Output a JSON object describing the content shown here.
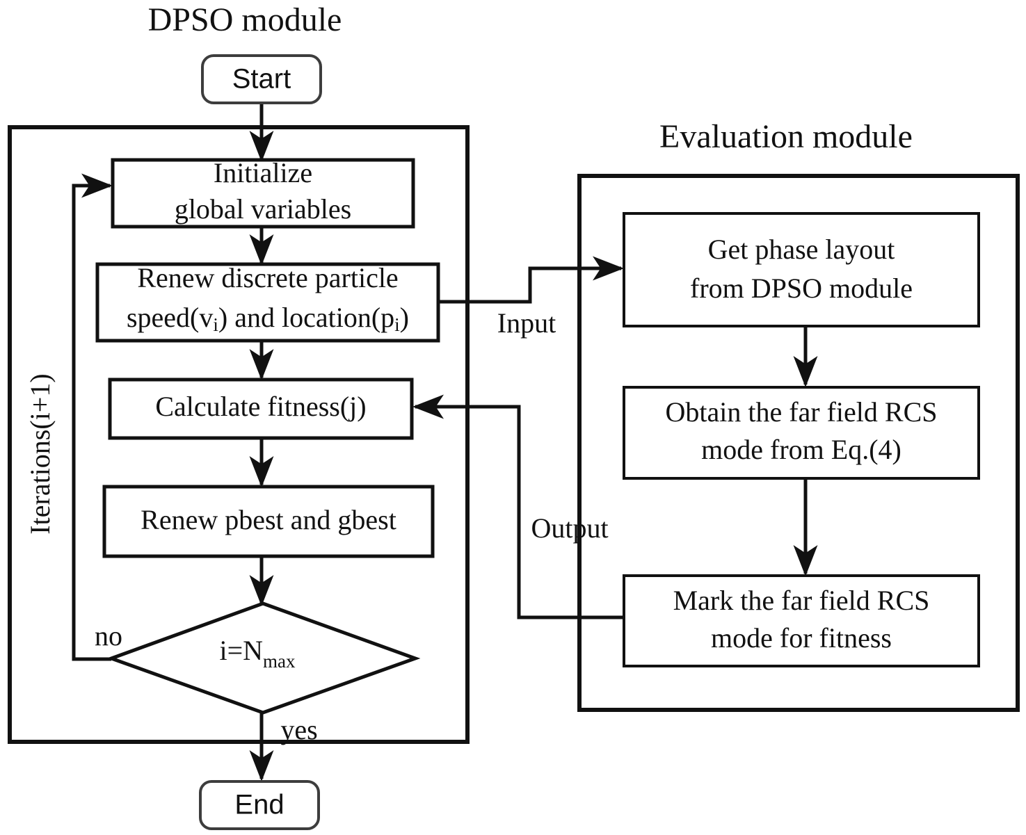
{
  "diagram": {
    "title_left": "DPSO module",
    "title_right": "Evaluation module",
    "terminals": {
      "start": "Start",
      "end": "End"
    },
    "dpso_nodes": {
      "initialize_line1": "Initialize",
      "initialize_line2": "global variables",
      "renew_particle_line1": "Renew discrete particle",
      "renew_particle_line2_a": "speed(v",
      "renew_particle_line2_sub1": "i",
      "renew_particle_line2_b": ") and location(p",
      "renew_particle_line2_sub2": "i",
      "renew_particle_line2_c": ")",
      "calculate_fitness": "Calculate fitness(j)",
      "renew_best": "Renew pbest and gbest",
      "decision_main": "i=N",
      "decision_sub": "max"
    },
    "evaluation_nodes": {
      "get_phase_line1": "Get phase layout",
      "get_phase_line2": "from DPSO module",
      "obtain_rcs_line1": "Obtain the far field RCS",
      "obtain_rcs_line2": "mode from Eq.(4)",
      "mark_rcs_line1": "Mark the far field RCS",
      "mark_rcs_line2": "mode for fitness"
    },
    "edge_labels": {
      "input": "Input",
      "output": "Output",
      "no": "no",
      "yes": "yes",
      "iterations": "Iterations(i+1)"
    },
    "colors": {
      "stroke": "#111111",
      "terminal_stroke": "#3d3d3d",
      "background": "#ffffff"
    }
  }
}
